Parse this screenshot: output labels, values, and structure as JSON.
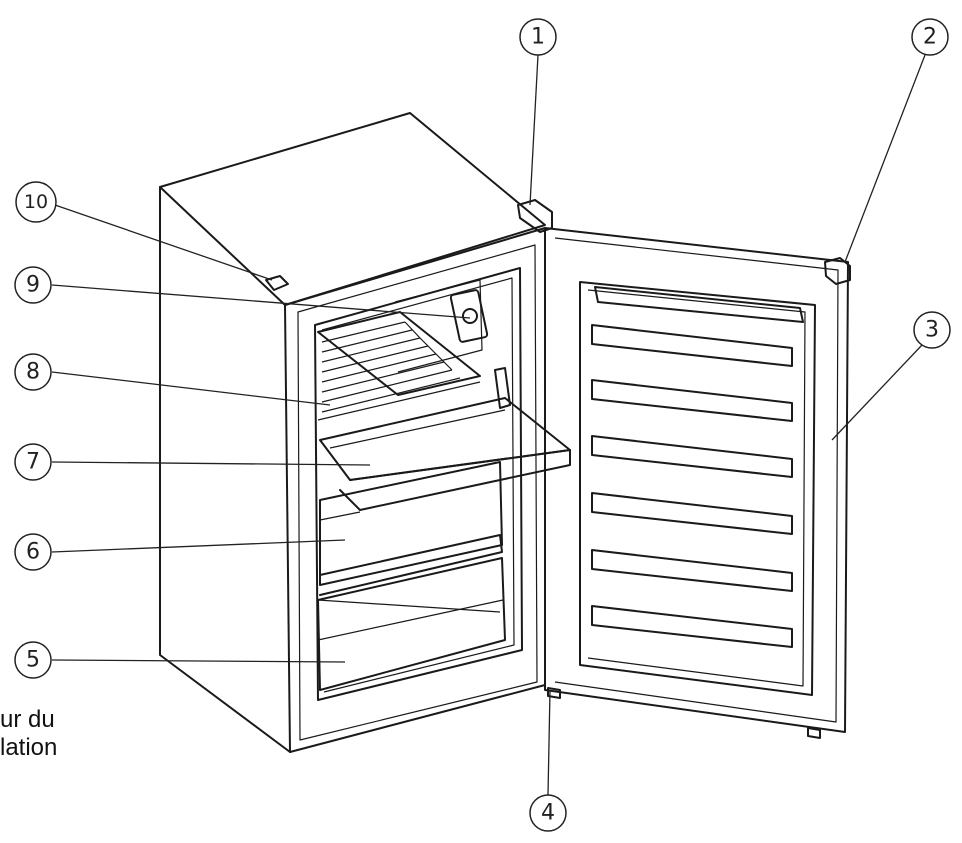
{
  "callouts": [
    {
      "id": "1",
      "label": "1"
    },
    {
      "id": "2",
      "label": "2"
    },
    {
      "id": "3",
      "label": "3"
    },
    {
      "id": "4",
      "label": "4"
    },
    {
      "id": "5",
      "label": "5"
    },
    {
      "id": "6",
      "label": "6"
    },
    {
      "id": "7",
      "label": "7"
    },
    {
      "id": "8",
      "label": "8"
    },
    {
      "id": "9",
      "label": "9"
    },
    {
      "id": "10",
      "label": "10"
    }
  ],
  "side_text": {
    "line1": "ur du",
    "line2": "lation"
  }
}
